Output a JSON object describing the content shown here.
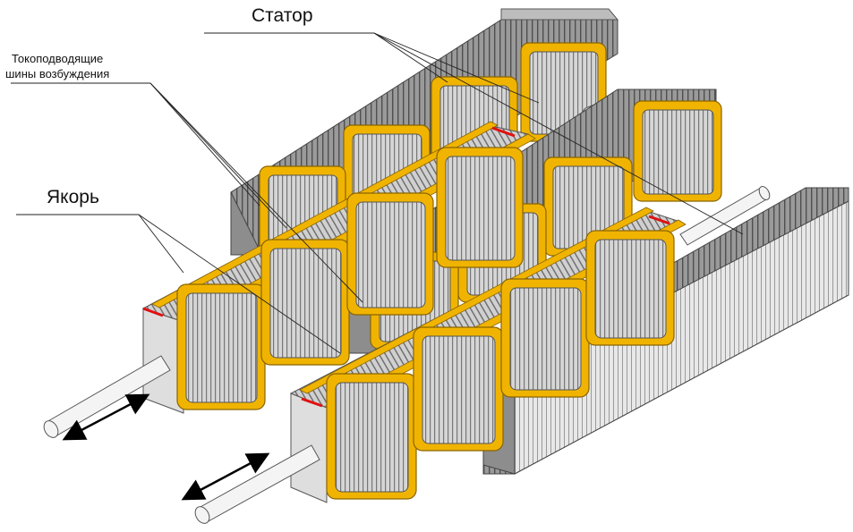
{
  "labels": {
    "stator": "Статор",
    "bus_line1": "Токоподводящие",
    "bus_line2": "шины возбуждения",
    "armature": "Якорь"
  },
  "colors": {
    "background": "#ffffff",
    "winding": "#f0b400",
    "winding_edge": "#8a6400",
    "lamination_face": "#c9c9c9",
    "lamination_dark": "#6e6e6e",
    "lamination_light": "#e6e6e6",
    "core_dark": "#8d8d8d",
    "end_plate": "#dedede",
    "shaft": "#f4f4f4",
    "marker": "#e01010",
    "leader_line": "#222222"
  },
  "icons": {
    "motion": "double-headed-arrow-icon"
  }
}
